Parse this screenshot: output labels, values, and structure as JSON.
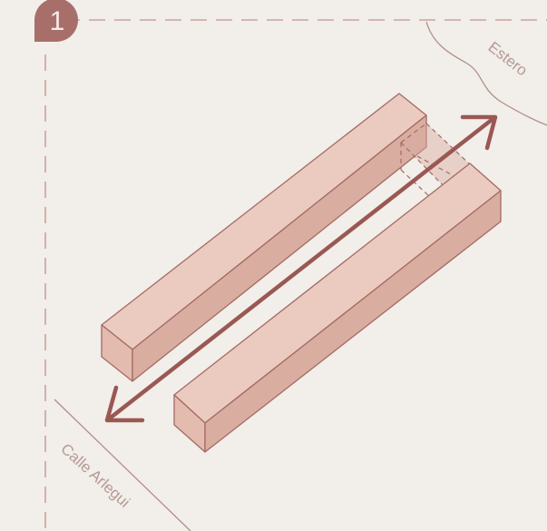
{
  "step_badge": {
    "number": "1",
    "color": "#a86f6a"
  },
  "labels": {
    "estero": "Estero",
    "street": "Calle Arlegui"
  },
  "colors": {
    "background": "#f2eeea",
    "block_top": "#ebcbbf",
    "block_front": "#e3bcaf",
    "block_side": "#d9ada0",
    "block_outline": "#a46a64",
    "arrow": "#9a5853",
    "dashed_border": "#c9a49d",
    "map_lines": "#b08f88"
  },
  "elements": [
    {
      "name": "volume-block-left",
      "type": "building-volume"
    },
    {
      "name": "volume-block-right",
      "type": "building-volume"
    },
    {
      "name": "connector-bridge",
      "type": "dashed-volume"
    },
    {
      "name": "circulation-axis-arrow",
      "type": "double-headed-arrow"
    }
  ]
}
